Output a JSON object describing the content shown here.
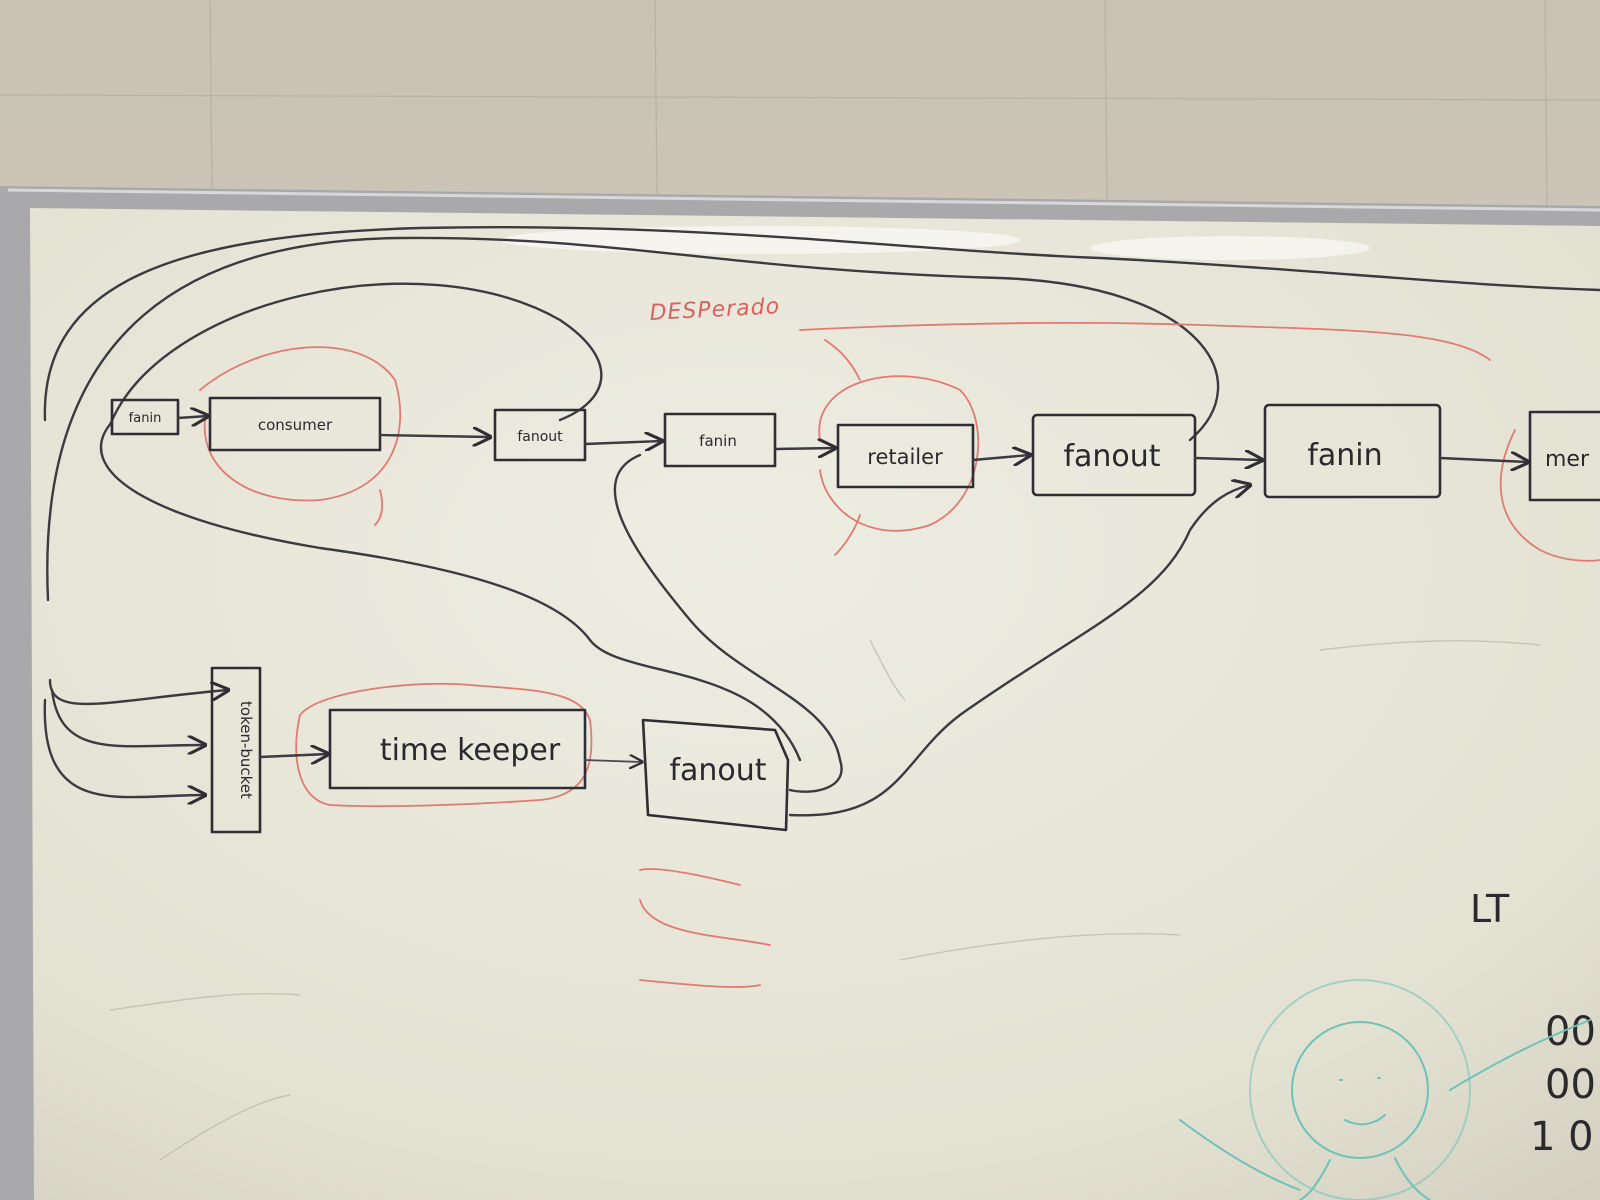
{
  "board": {
    "nodes": {
      "fanin_1": "fanin",
      "consumer": "consumer",
      "fanout_1": "fanout",
      "fanin_2": "fanin",
      "retailer": "retailer",
      "fanout_2": "fanout",
      "fanin_3": "fanin",
      "partial": "mer",
      "token": "token-bucket",
      "timekeeper": "time keeper",
      "fanout_3": "fanout"
    },
    "red_note": "DESPerado",
    "corner_mark": "LT",
    "digits": [
      "00",
      "00",
      "1 0"
    ]
  },
  "colors": {
    "wall": "#cfc8bb",
    "board": "#e8e6d8",
    "ink": "#2e2e34",
    "red_marker": "#e07b72",
    "teal_marker": "#6fc2b6"
  }
}
